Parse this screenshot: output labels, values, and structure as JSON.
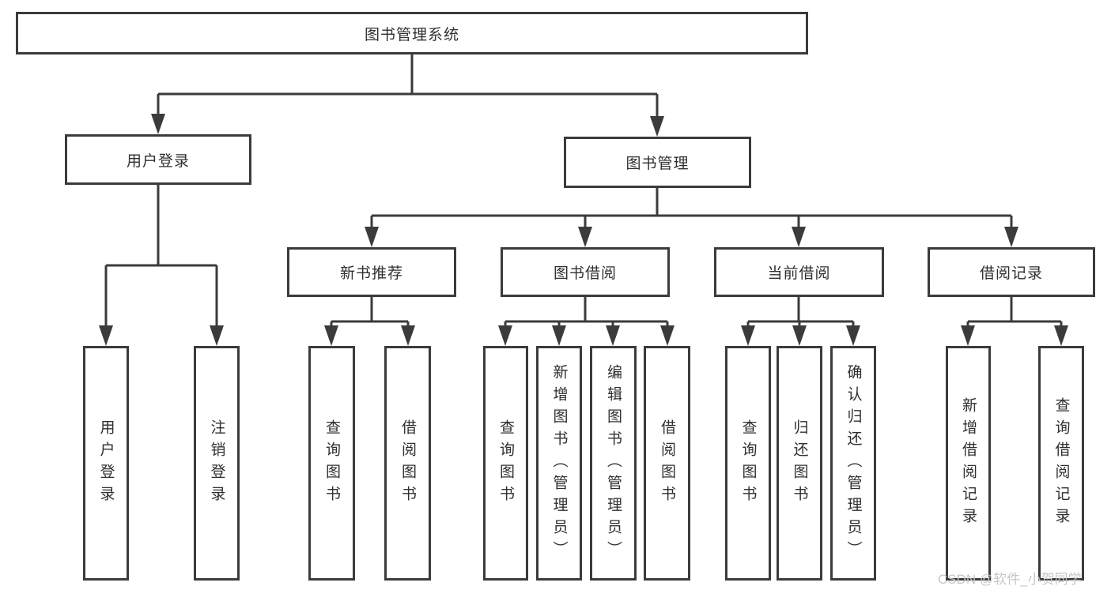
{
  "diagram": {
    "title": "图书管理系统",
    "level1": [
      {
        "label": "用户登录",
        "children": [
          {
            "label": "用户登录"
          },
          {
            "label": "注销登录"
          }
        ]
      },
      {
        "label": "图书管理",
        "children": [
          {
            "label": "新书推荐",
            "children": [
              {
                "label": "查询图书"
              },
              {
                "label": "借阅图书"
              }
            ]
          },
          {
            "label": "图书借阅",
            "children": [
              {
                "label": "查询图书"
              },
              {
                "label": "新增图书（管理员）"
              },
              {
                "label": "编辑图书（管理员）"
              },
              {
                "label": "借阅图书"
              }
            ]
          },
          {
            "label": "当前借阅",
            "children": [
              {
                "label": "查询图书"
              },
              {
                "label": "归还图书"
              },
              {
                "label": "确认归还（管理员）"
              }
            ]
          },
          {
            "label": "借阅记录",
            "children": [
              {
                "label": "新增借阅记录"
              },
              {
                "label": "查询借阅记录"
              }
            ]
          }
        ]
      }
    ]
  },
  "watermark": {
    "text": "CSDN @软件_小贺同学"
  },
  "colors": {
    "line": "#3b3b3b",
    "text": "#2f2f2f",
    "box_background": "#ffffff",
    "page_background": "#ffffff",
    "watermark": "#c6c6c6"
  }
}
